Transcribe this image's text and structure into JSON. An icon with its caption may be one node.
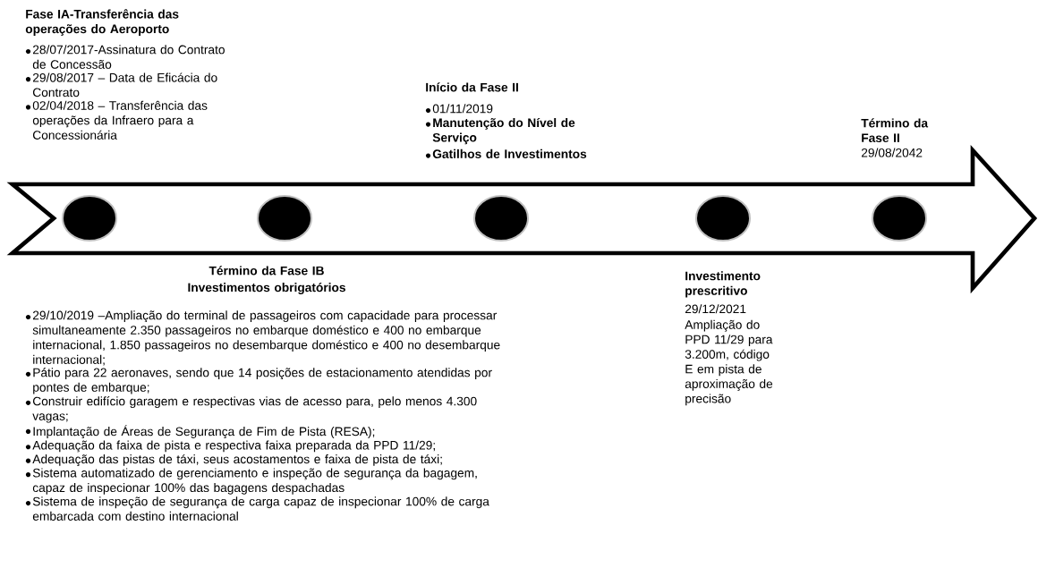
{
  "diagram": {
    "labels": [
      "Fase IA-Transferência das operações do Aeroporto",
      "28/07/2017-Assinatura do Contrato de Concessão",
      "29/08/2017 – Data de Eficácia do Contrato",
      "02/04/2018 – Transferência das operações da Infraero para a Concessionária",
      "Início da Fase II",
      "01/11/2019",
      "Manutenção do Nível de Serviço",
      "Gatilhos de Investimentos",
      "Término da Fase II",
      "29/08/2042",
      "Término da Fase IB",
      "Investimentos obrigatórios",
      "29/10/2019 –Ampliação do terminal de passageiros com capacidade para processar simultaneamente 2.350 passageiros no embarque doméstico e 400 no embarque internacional, 1.850 passageiros no desembarque doméstico e 400 no desembarque internacional;",
      "Pátio para 22 aeronaves, sendo que 14 posições de estacionamento atendidas por pontes de embarque;",
      "Construir edifício garagem e respectivas vias de acesso para, pelo menos 4.300 vagas;",
      "Implantação de Áreas de Segurança de Fim de Pista (RESA);",
      "Adequação da faixa de pista e respectiva faixa preparada da PPD 11/29;",
      "Adequação das pistas de táxi, seus acostamentos e faixa de pista de táxi;",
      "Sistema automatizado de gerenciamento e inspeção de segurança da bagagem, capaz de inspecionar 100% das bagagens despachadas",
      "Sistema de inspeção de segurança de carga capaz de inspecionar 100% de carga embarcada com destino internacional",
      "Investimento prescritivo",
      "29/12/2021",
      "Ampliação do PPD 11/29 para 3.200m, código E em pista de aproximação de precisão"
    ]
  }
}
